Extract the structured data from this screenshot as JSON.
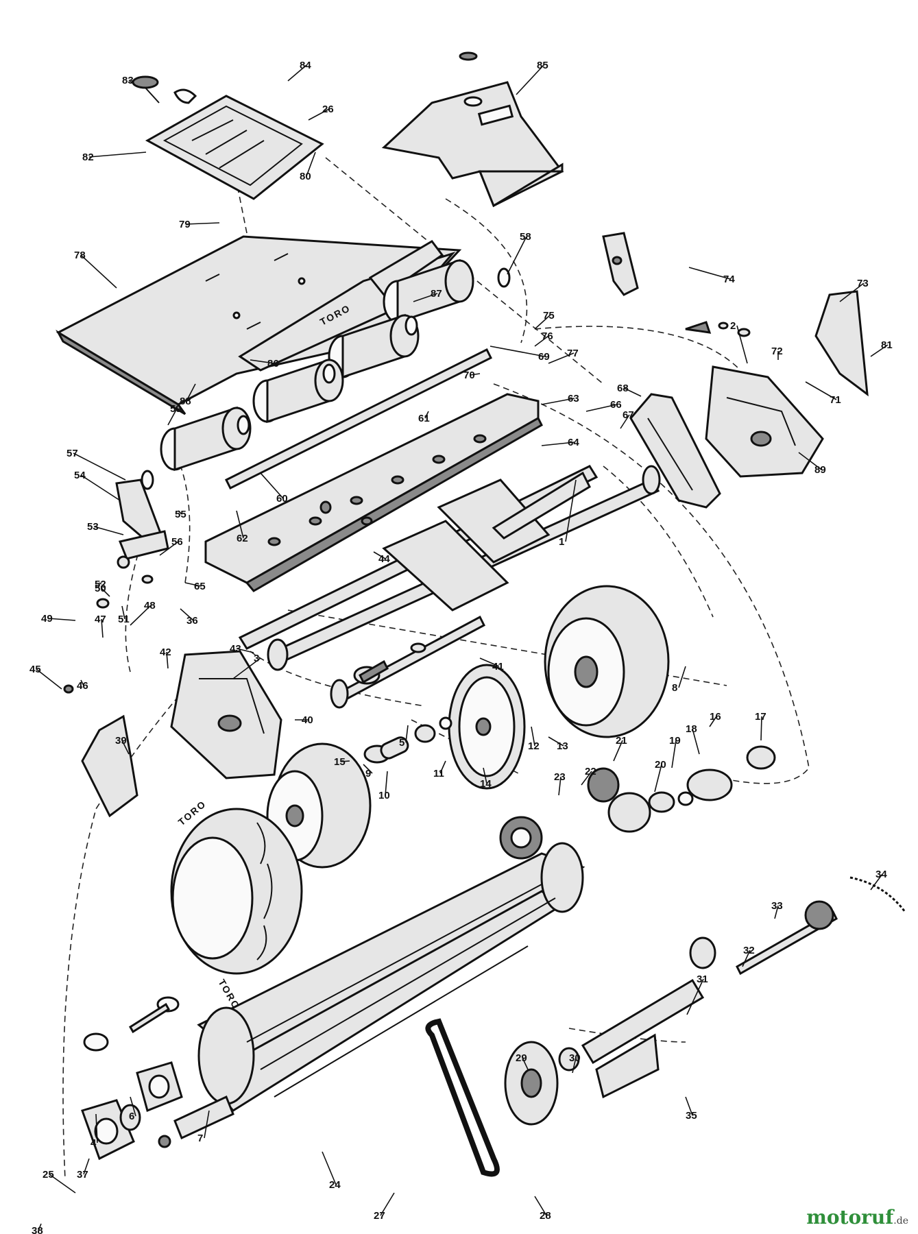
{
  "diagram": {
    "callouts": [
      "1",
      "2",
      "3",
      "4",
      "5",
      "6",
      "7",
      "8",
      "9",
      "10",
      "11",
      "12",
      "13",
      "14",
      "15",
      "16",
      "17",
      "18",
      "19",
      "20",
      "21",
      "22",
      "23",
      "24",
      "25",
      "26",
      "27",
      "28",
      "29",
      "30",
      "31",
      "32",
      "33",
      "34",
      "35",
      "36",
      "37",
      "38",
      "39",
      "40",
      "41",
      "42",
      "43",
      "44",
      "45",
      "46",
      "47",
      "48",
      "49",
      "50",
      "51",
      "52",
      "53",
      "54",
      "55",
      "56",
      "57",
      "58",
      "59",
      "60",
      "61",
      "62",
      "63",
      "64",
      "65",
      "66",
      "67",
      "68",
      "69",
      "70",
      "71",
      "72",
      "73",
      "74",
      "75",
      "76",
      "77",
      "78",
      "79",
      "80",
      "81",
      "82",
      "83",
      "84",
      "85",
      "86",
      "87",
      "88",
      "89"
    ],
    "brand_marks": [
      "TORO",
      "TORO",
      "TORO"
    ]
  },
  "watermark": {
    "text": "motoruf",
    "suffix": ".de",
    "color": "#2f8f3a"
  }
}
